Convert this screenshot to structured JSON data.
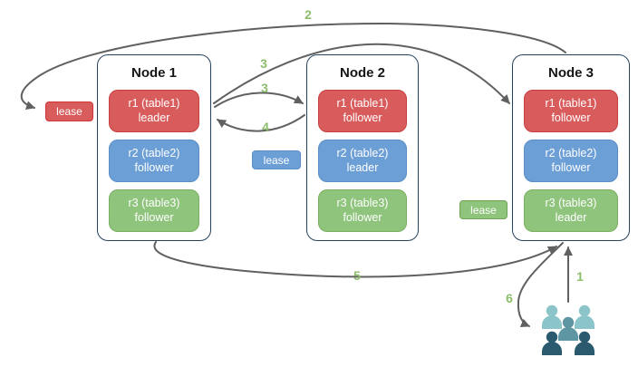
{
  "diagram": {
    "nodes": [
      {
        "title": "Node 1",
        "replicas": [
          {
            "name": "r1 (table1)",
            "role": "leader",
            "variant": "red"
          },
          {
            "name": "r2 (table2)",
            "role": "follower",
            "variant": "blue"
          },
          {
            "name": "r3 (table3)",
            "role": "follower",
            "variant": "green"
          }
        ]
      },
      {
        "title": "Node 2",
        "replicas": [
          {
            "name": "r1 (table1)",
            "role": "follower",
            "variant": "red"
          },
          {
            "name": "r2 (table2)",
            "role": "leader",
            "variant": "blue"
          },
          {
            "name": "r3 (table3)",
            "role": "follower",
            "variant": "green"
          }
        ]
      },
      {
        "title": "Node 3",
        "replicas": [
          {
            "name": "r1 (table1)",
            "role": "follower",
            "variant": "red"
          },
          {
            "name": "r2 (table2)",
            "role": "follower",
            "variant": "blue"
          },
          {
            "name": "r3 (table3)",
            "role": "leader",
            "variant": "green"
          }
        ]
      }
    ],
    "leases": [
      {
        "label": "lease",
        "variant": "red"
      },
      {
        "label": "lease",
        "variant": "blue"
      },
      {
        "label": "lease",
        "variant": "green"
      }
    ],
    "steps": {
      "s1": "1",
      "s2": "2",
      "s3a": "3",
      "s3b": "3",
      "s4": "4",
      "s5": "5",
      "s6": "6"
    },
    "icons": {
      "users": "user-group-icon"
    }
  },
  "colors": {
    "replica_red_fill": "#d95c5c",
    "replica_red_border": "#c83f3f",
    "replica_blue_fill": "#6c9fd6",
    "replica_blue_border": "#5b8ec6",
    "replica_green_fill": "#8fc47d",
    "replica_green_border": "#79af5f",
    "node_border": "#27425f",
    "arrow": "#606060",
    "step_label": "#8cbe6c",
    "users_light": "#8cc5c9",
    "users_mid": "#5f96a4",
    "users_dark": "#2b5a6e"
  }
}
